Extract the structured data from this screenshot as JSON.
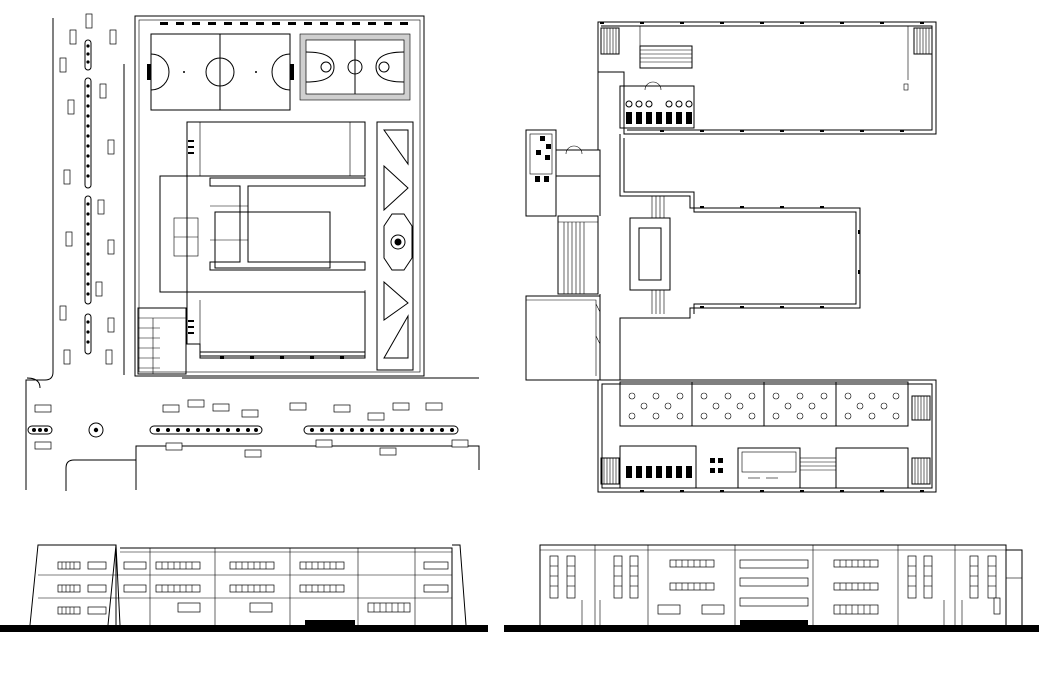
{
  "drawing": {
    "panels": [
      "site-plan",
      "floor-plan",
      "front-elevation",
      "side-elevation"
    ],
    "line_color": "#000000",
    "paper_color": "#ffffff",
    "hatch_color": "#cfcfcf"
  }
}
